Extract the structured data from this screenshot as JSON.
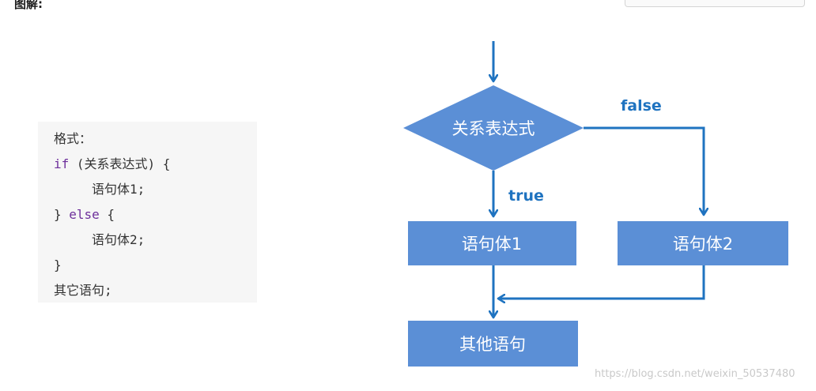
{
  "heading": "图解:",
  "code": {
    "line1": "格式：",
    "line2_kw": "if",
    "line2_rest": " (关系表达式) {",
    "line3": "语句体1;",
    "line4_open": "} ",
    "line4_kw": "else",
    "line4_rest": " {",
    "line5": "语句体2;",
    "line6": "}",
    "line7": "其它语句;"
  },
  "flowchart": {
    "decision": "关系表达式",
    "false_label": "false",
    "true_label": "true",
    "box1": "语句体1",
    "box2": "语句体2",
    "box3": "其他语句"
  },
  "colors": {
    "node_fill": "#5b8fd6",
    "arrow": "#1f73c0",
    "keyword": "#6d2f9b"
  },
  "watermark": "https://blog.csdn.net/weixin_50537480"
}
